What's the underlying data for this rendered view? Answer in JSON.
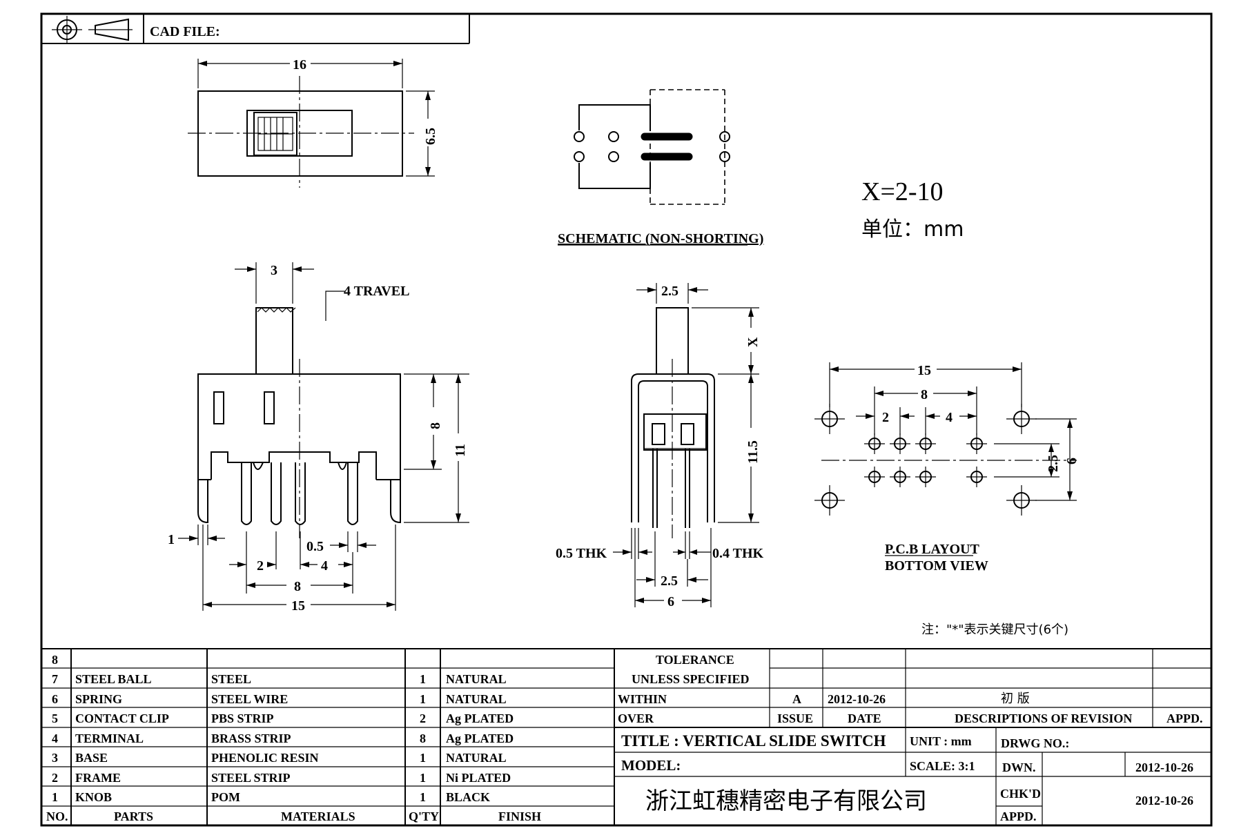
{
  "header": {
    "cad_label": "CAD FILE:",
    "projection_icon": "third-angle-projection-icon"
  },
  "drawing": {
    "top_view": {
      "dim_width": "16",
      "dim_height": "6.5"
    },
    "schematic": {
      "caption": "SCHEMATIC (NON-SHORTING)"
    },
    "variant": {
      "formula": "X=2-10",
      "unit_note": "单位：mm"
    },
    "front_view": {
      "dim_knob": "3",
      "travel": "4 TRAVEL",
      "dim_8": "8",
      "dim_11": "11",
      "dim_1": "1",
      "dim_05": "0.5",
      "dim_2": "2",
      "dim_4": "4",
      "dim_pin_span": "8",
      "dim_total": "15"
    },
    "side_view": {
      "dim_top": "2.5",
      "dim_x": "X",
      "dim_height": "11.5",
      "thk_left": "0.5 THK",
      "thk_right": "0.4 THK",
      "dim_pitch": "2.5",
      "dim_width": "6"
    },
    "pcb": {
      "dim_15": "15",
      "dim_8": "8",
      "dim_2": "2",
      "dim_4": "4",
      "dim_25": "2.5",
      "dim_6": "6",
      "caption_1": "P.C.B LAYOUT",
      "caption_2": "BOTTOM VIEW"
    },
    "note": "注：\"*\"表示关键尺寸(6个)"
  },
  "bom": {
    "rows": [
      {
        "no": "8",
        "part": "",
        "material": "",
        "qty": "",
        "finish": ""
      },
      {
        "no": "7",
        "part": "STEEL BALL",
        "material": "STEEL",
        "qty": "1",
        "finish": "NATURAL"
      },
      {
        "no": "6",
        "part": "SPRING",
        "material": "STEEL WIRE",
        "qty": "1",
        "finish": "NATURAL"
      },
      {
        "no": "5",
        "part": "CONTACT CLIP",
        "material": "PBS STRIP",
        "qty": "2",
        "finish": "Ag PLATED"
      },
      {
        "no": "4",
        "part": "TERMINAL",
        "material": "BRASS STRIP",
        "qty": "8",
        "finish": "Ag PLATED"
      },
      {
        "no": "3",
        "part": "BASE",
        "material": "PHENOLIC RESIN",
        "qty": "1",
        "finish": "NATURAL"
      },
      {
        "no": "2",
        "part": "FRAME",
        "material": "STEEL STRIP",
        "qty": "1",
        "finish": "Ni PLATED"
      },
      {
        "no": "1",
        "part": "KNOB",
        "material": "POM",
        "qty": "1",
        "finish": "BLACK"
      }
    ],
    "headers": {
      "no": "NO.",
      "parts": "PARTS",
      "materials": "MATERIALS",
      "qty": "Q'TY",
      "finish": "FINISH"
    }
  },
  "titleblock": {
    "tolerance_1": "TOLERANCE",
    "tolerance_2": "UNLESS   SPECIFIED",
    "within": "WITHIN",
    "over": "OVER",
    "rev_issue": "A",
    "rev_date": "2012-10-26",
    "rev_desc": "初  版",
    "issue_label": "ISSUE",
    "date_label": "DATE",
    "desc_label": "DESCRIPTIONS  OF  REVISION",
    "appd_label": "APPD.",
    "title": "TITLE :   VERTICAL  SLIDE  SWITCH",
    "unit": "UNIT :   mm",
    "drwg_no": "DRWG  NO.:",
    "model": "MODEL:",
    "scale": "SCALE:   3:1",
    "company": "浙江虹穗精密电子有限公司",
    "dwn_label": "DWN.",
    "dwn_date": "2012-10-26",
    "chkd_label": "CHK'D",
    "chkd_date": "2012-10-26",
    "appd2_label": "APPD."
  }
}
